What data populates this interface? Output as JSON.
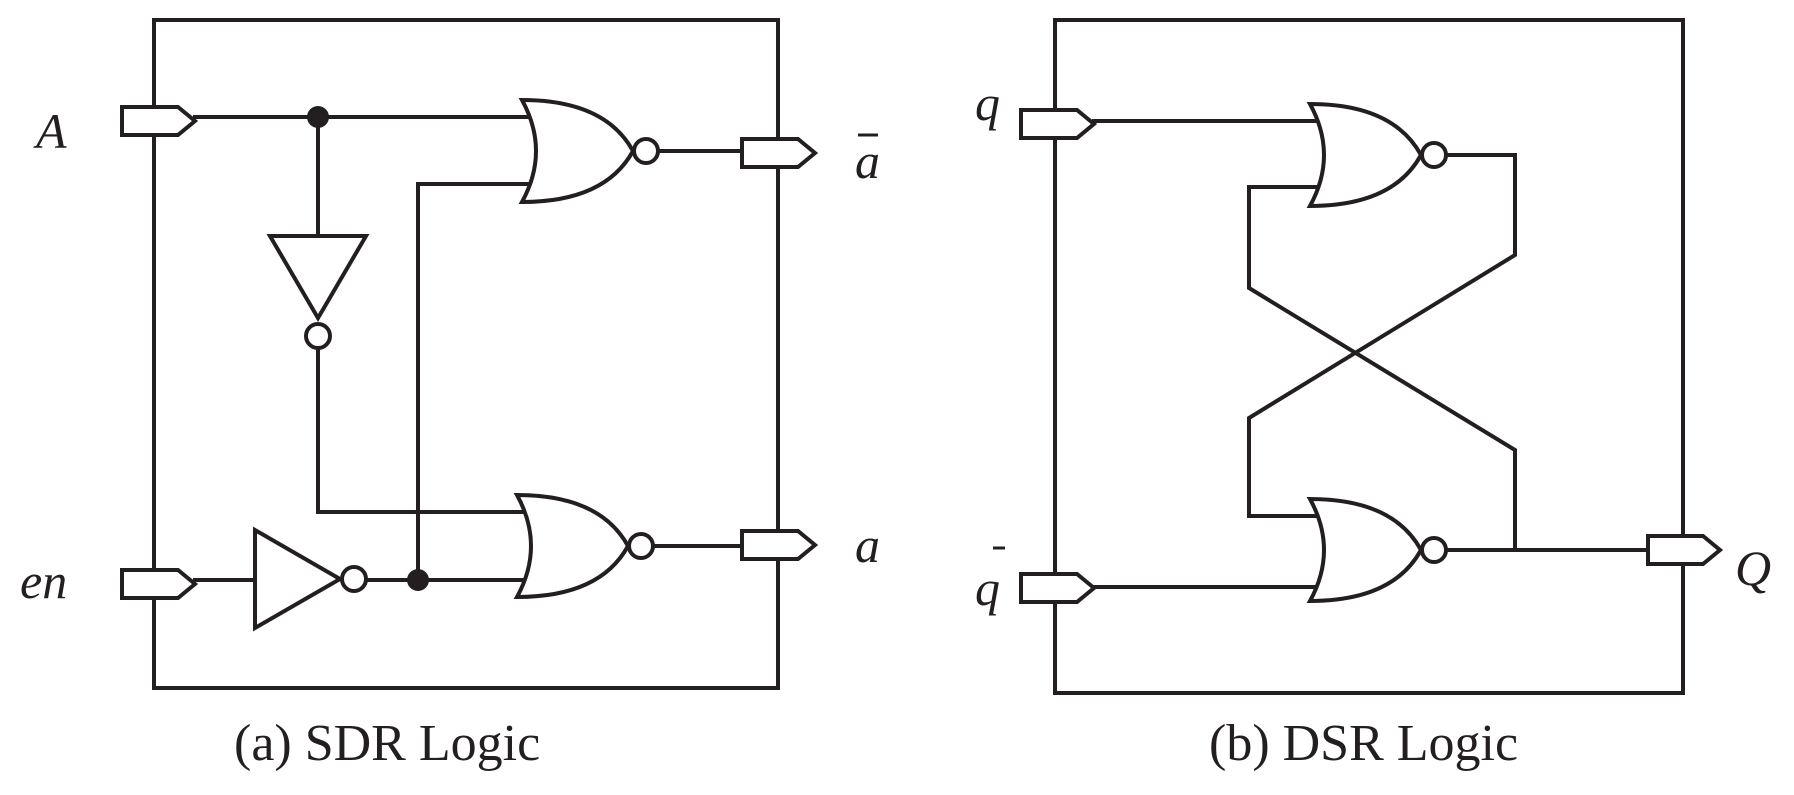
{
  "panel_a": {
    "caption": "(a) SDR Logic",
    "inputs": {
      "A": "A",
      "en": "en"
    },
    "outputs": {
      "a_bar": "a",
      "a": "a"
    }
  },
  "panel_b": {
    "caption": "(b) DSR Logic",
    "inputs": {
      "q": "q",
      "q_bar": "q"
    },
    "outputs": {
      "Q": "Q"
    }
  }
}
